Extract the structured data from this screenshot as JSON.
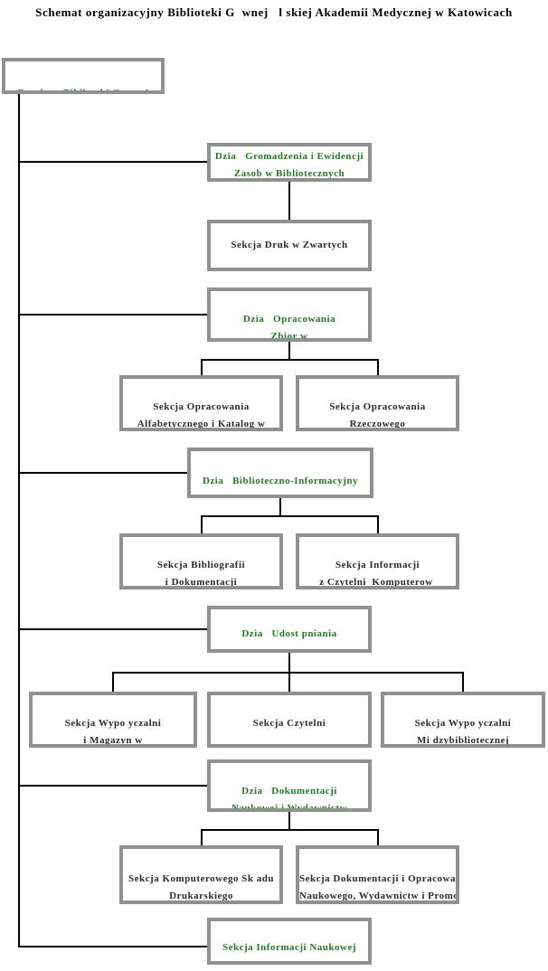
{
  "title": "Schemat organizacyjny Biblioteki G  wnej   l skiej Akademii Medycznej w Katowicach",
  "colors": {
    "department_text": "#1e7d1e",
    "section_text": "#2a2a2a",
    "box_border": "#909090",
    "connector_line": "#000000",
    "background": "#ffffff"
  },
  "boxes": {
    "director": {
      "line1": "Dyrektor Biblioteki G  wnej"
    },
    "gromadzenie": {
      "line1": "Dzia   Gromadzenia i Ewidencji",
      "line2": "Zasob w Bibliotecznych"
    },
    "druki_zwarte": {
      "line1": "Sekcja Druk w Zwartych"
    },
    "opracowanie": {
      "line1": "Dzia   Opracowania",
      "line2": "Zbior w"
    },
    "oprac_alfabetyczne": {
      "line1": "Sekcja Opracowania",
      "line2": "Alfabetycznego i Katalog w"
    },
    "oprac_rzeczowe": {
      "line1": "Sekcja Opracowania",
      "line2": "Rzeczowego"
    },
    "biblioteczno_informacyjny": {
      "line1": "Dzia   Biblioteczno-Informacyjny"
    },
    "bibliografia": {
      "line1": "Sekcja Bibliografii",
      "line2": "i Dokumentacji"
    },
    "informacja_czytelnia": {
      "line1": "Sekcja Informacji",
      "line2": "z Czytelni  Komputerow "
    },
    "udostepnianie": {
      "line1": "Dzia   Udost pniania"
    },
    "wypozyczalnia_magazyny": {
      "line1": "Sekcja Wypo yczalni",
      "line2": "i Magazyn w"
    },
    "czytelnia": {
      "line1": "Sekcja Czytelni"
    },
    "wypozyczalnia_miedzybiblioteczna": {
      "line1": "Sekcja Wypo yczalni",
      "line2": "Mi dzybibliotecznej"
    },
    "dokumentacja": {
      "line1": "Dzia   Dokumentacji",
      "line2": "Naukowej i Wydawnictw"
    },
    "sklad_drukarski": {
      "line1": "Sekcja Komputerowego Sk adu",
      "line2": "Drukarskiego"
    },
    "dokumentacja_opracowanie": {
      "line1": "Sekcja Dokumentacji i Opracowania",
      "line2": "Naukowego, Wydawnictw i Promocji"
    },
    "informacja_naukowa": {
      "line1": "Sekcja Informacji Naukowej"
    }
  }
}
